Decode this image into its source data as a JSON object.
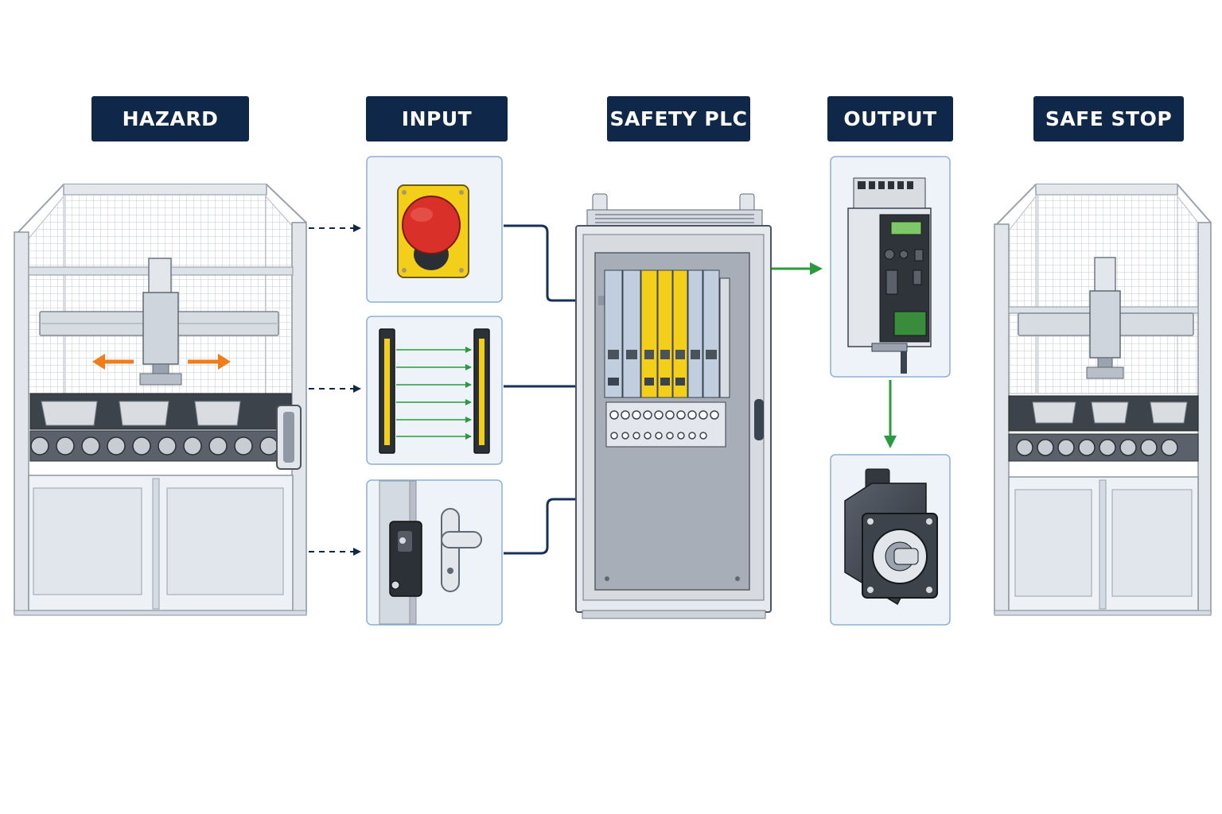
{
  "stages": {
    "hazard": "HAZARD",
    "input": "INPUT",
    "plc": "SAFETY PLC",
    "output": "OUTPUT",
    "safe_stop": "SAFE STOP"
  },
  "colors": {
    "navy": "#0f2748",
    "cable": "#16305a",
    "green_arrow": "#2a9a3e",
    "orange_arrow": "#ef7d1a",
    "safety_yellow": "#f4cf1a",
    "estop_red": "#d9302a",
    "panel_bg": "#eef3f9",
    "panel_border": "#8fb0d4",
    "frame_gray": "#c9cfd7"
  },
  "icons": {
    "hazard_cell": "robot-cell-moving",
    "estop": "emergency-stop-icon",
    "light_curtain": "light-curtain-icon",
    "door_switch": "door-interlock-icon",
    "plc": "safety-plc-cabinet",
    "drive": "servo-drive-icon",
    "motor": "servo-motor-icon",
    "safe_cell": "robot-cell-stopped"
  }
}
